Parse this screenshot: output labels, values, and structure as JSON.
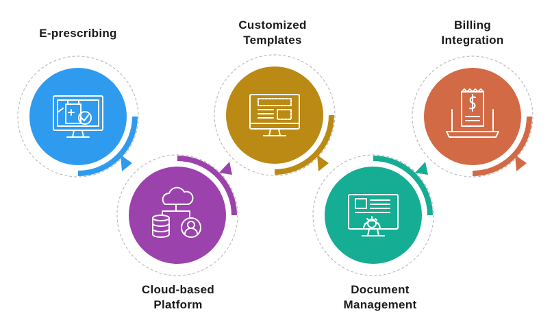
{
  "steps": [
    {
      "id": "e-prescribing",
      "label_lines": [
        "E-prescribing"
      ],
      "color": "#2f9bef",
      "icon": "monitor-prescription-bottle-icon"
    },
    {
      "id": "cloud-based-platform",
      "label_lines": [
        "Cloud-based",
        "Platform"
      ],
      "color": "#9b42ad",
      "icon": "cloud-database-user-icon"
    },
    {
      "id": "customized-templates",
      "label_lines": [
        "Customized",
        "Templates"
      ],
      "color": "#bb8a14",
      "icon": "monitor-template-icon"
    },
    {
      "id": "document-management",
      "label_lines": [
        "Document",
        "Management"
      ],
      "color": "#15ad93",
      "icon": "monitor-document-gear-icon"
    },
    {
      "id": "billing-integration",
      "label_lines": [
        "Billing",
        "Integration"
      ],
      "color": "#d26a46",
      "icon": "laptop-receipt-dollar-icon"
    }
  ]
}
